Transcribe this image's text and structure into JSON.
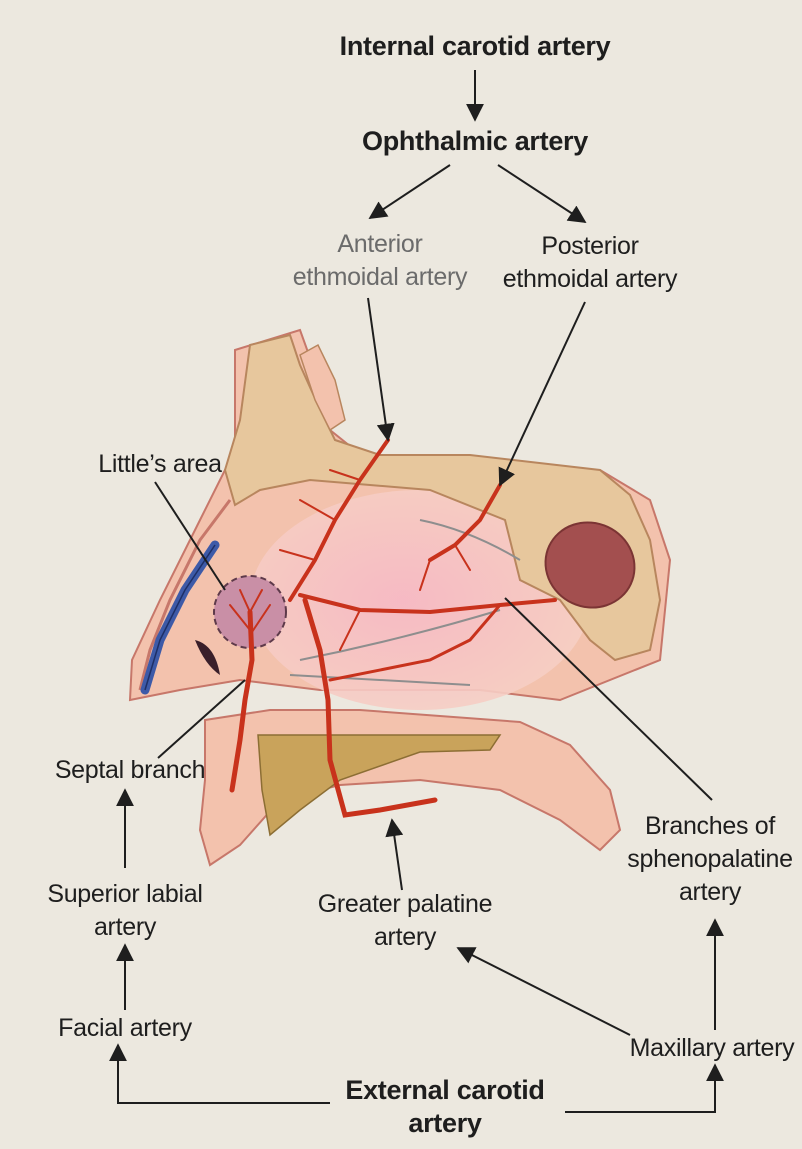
{
  "title": "Internal carotid artery",
  "labels": {
    "internal_carotid": "Internal carotid artery",
    "ophthalmic": "Ophthalmic artery",
    "anterior_ethmoidal": "Anterior\nethmoidal artery",
    "posterior_ethmoidal": "Posterior\nethmoidal artery",
    "littles_area": "Little’s area",
    "septal_branch": "Septal branch",
    "superior_labial": "Superior labial\nartery",
    "facial": "Facial artery",
    "external_carotid": "External carotid\nartery",
    "greater_palatine": "Greater palatine\nartery",
    "sphenopalatine": "Branches of\nsphenopalatine\nartery",
    "maxillary": "Maxillary artery"
  },
  "colors": {
    "background": "#ece8df",
    "soft_tissue": "#f2b9a3",
    "bone": "#e6c49b",
    "artery": "#c8321c",
    "vein": "#3d5aa8",
    "littles_area": "#c98fa6",
    "sinus": "#a34f4f"
  }
}
